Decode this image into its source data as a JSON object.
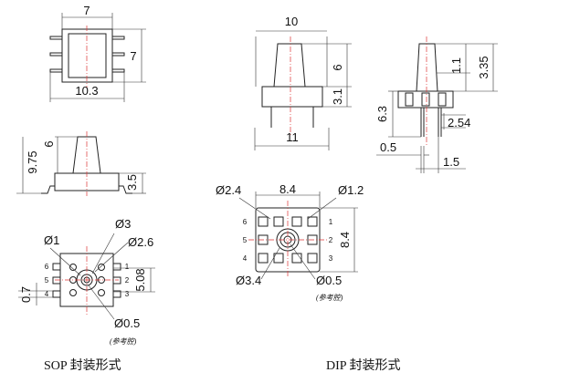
{
  "sop": {
    "caption": "SOP 封装形式",
    "top_view": {
      "dim_width": "7",
      "dim_height": "7",
      "dim_leadspan": "10.3"
    },
    "side_view": {
      "dim_total": "9.75",
      "dim_nozzle": "6",
      "dim_body": "3.5"
    },
    "pad_view": {
      "d_hole": "Ø1",
      "d_inner": "Ø3",
      "d_outer": "Ø2.6",
      "d_vent": "Ø0.5",
      "pitch": "5.08",
      "offset": "0.7",
      "note": "(参考腔)",
      "pins_left": [
        "6",
        "5",
        "4"
      ],
      "pins_right": [
        "1",
        "2",
        "3"
      ]
    }
  },
  "dip": {
    "caption": "DIP 封装形式",
    "front_view": {
      "dim_top": "10",
      "dim_nozzle": "6",
      "dim_base": "3.1",
      "dim_bottom": "11"
    },
    "side_view": {
      "dim_tip": "1.1",
      "dim_total": "3.35",
      "dim_lead": "6.3",
      "dim_pitch": "2.54",
      "dim_thick": "0.5",
      "dim_span": "1.5"
    },
    "pad_view": {
      "d_outer": "Ø2.4",
      "width": "8.4",
      "d_hole": "Ø1.2",
      "height": "8.4",
      "d_ring": "Ø3.4",
      "d_vent": "Ø0.5",
      "note": "(参考腔)",
      "pins_left": [
        "6",
        "5",
        "4"
      ],
      "pins_right": [
        "1",
        "2",
        "3"
      ]
    }
  }
}
